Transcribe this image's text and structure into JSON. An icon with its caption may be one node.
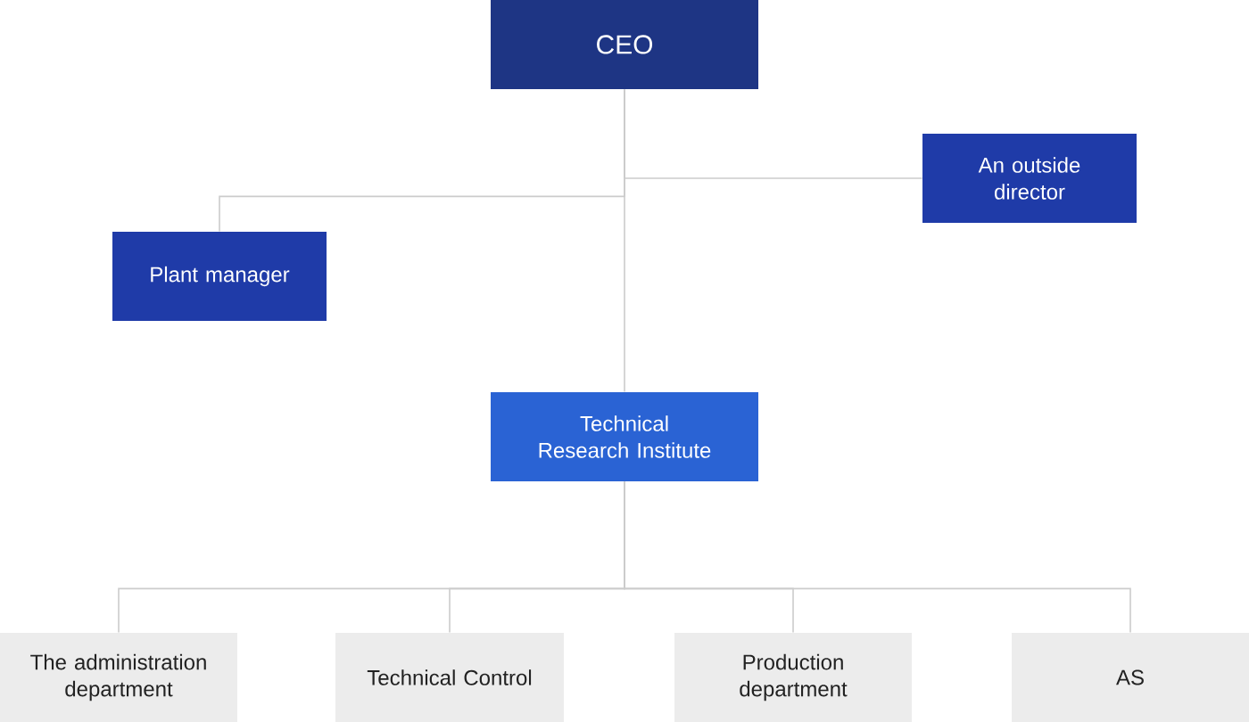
{
  "diagram": {
    "nodes": [
      {
        "text": [
          "CEO"
        ]
      },
      {
        "text": [
          "An outside director"
        ]
      },
      {
        "text": [
          "Plant manager"
        ]
      },
      {
        "text": [
          "Technical Research Institute"
        ]
      },
      {
        "text": [
          "The administration department"
        ]
      },
      {
        "text": [
          "Technical Control"
        ]
      },
      {
        "text": [
          "Production department"
        ]
      },
      {
        "text": [
          "AS"
        ]
      }
    ],
    "edges": [
      {
        "from": 0,
        "to": 1,
        "arrow": "none"
      },
      {
        "from": 0,
        "to": 2,
        "arrow": "none"
      },
      {
        "from": 0,
        "to": 3,
        "arrow": "none"
      },
      {
        "from": 3,
        "to": 4,
        "arrow": "none"
      },
      {
        "from": 3,
        "to": 5,
        "arrow": "none"
      },
      {
        "from": 3,
        "to": 6,
        "arrow": "none"
      },
      {
        "from": 3,
        "to": 7,
        "arrow": "none"
      }
    ]
  }
}
